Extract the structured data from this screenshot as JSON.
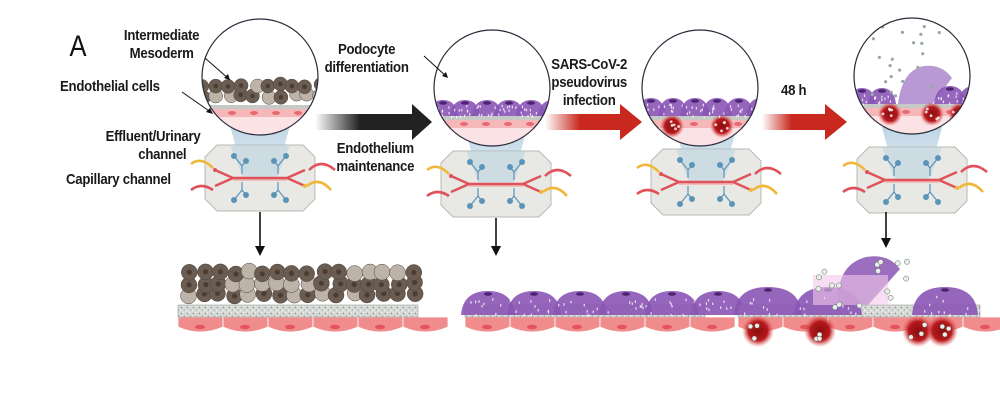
{
  "panel": {
    "letter": "A"
  },
  "labels": {
    "intermediate_mesoderm_line1": "Intermediate",
    "intermediate_mesoderm_line2": "Mesoderm",
    "endothelial_cells": "Endothelial cells",
    "effluent_line1": "Effluent/Urinary",
    "effluent_line2": "channel",
    "capillary_channel": "Capillary channel",
    "podocyte_line1": "Podocyte",
    "podocyte_line2": "differentiation",
    "endothelium_line1": "Endothelium",
    "endothelium_line2": "maintenance",
    "sars_line1": "SARS-CoV-2",
    "sars_line2": "pseudovirus",
    "sars_line3": "infection",
    "time_48h": "48 h"
  },
  "stages": [
    {
      "name": "seeding",
      "top_layer": "intermediate-mesoderm-cells"
    },
    {
      "name": "differentiated",
      "top_layer": "podocytes"
    },
    {
      "name": "infected",
      "top_layer": "infected-podocytes"
    },
    {
      "name": "post-48h",
      "top_layer": "damaged-podocytes-with-virions"
    }
  ],
  "colors": {
    "mesoderm_cell_dark": "#6b5d52",
    "mesoderm_cell_light": "#bdb3a8",
    "podocyte": "#8a55b5",
    "endothelium": "#f08c8c",
    "membrane": "#c9ccc8",
    "infected": "#b01a1a",
    "arrow_black": "#222222",
    "arrow_red": "#c8281e",
    "chip_body": "#e6e6e2",
    "channel_red": "#e0525a",
    "channel_yellow": "#f0b83a",
    "port_blue": "#5a95b8"
  }
}
